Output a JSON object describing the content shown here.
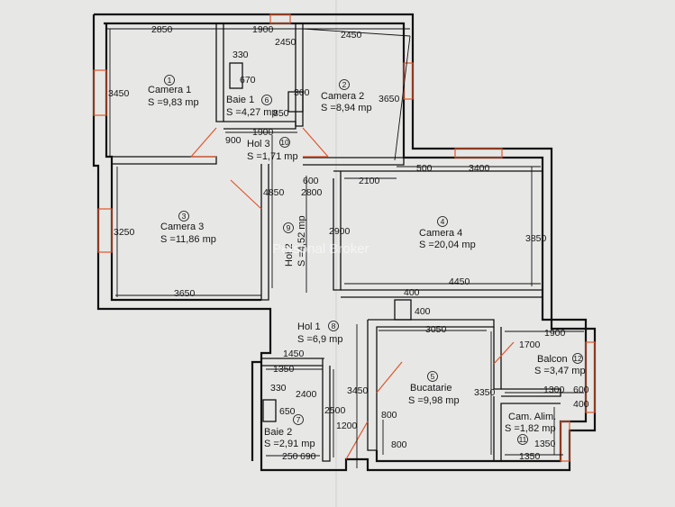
{
  "watermark": "Personal Broker",
  "rooms": [
    {
      "num": "1",
      "name": "Camera 1",
      "area": "S =9,83 mp"
    },
    {
      "num": "2",
      "name": "Camera 2",
      "area": "S =8,94 mp"
    },
    {
      "num": "3",
      "name": "Camera 3",
      "area": "S =11,86 mp"
    },
    {
      "num": "4",
      "name": "Camera 4",
      "area": "S =20,04 mp"
    },
    {
      "num": "5",
      "name": "Bucatarie",
      "area": "S =9,98 mp"
    },
    {
      "num": "6",
      "name": "Baie 1",
      "area": "S =4,27 mp"
    },
    {
      "num": "7",
      "name": "Baie 2",
      "area": "S =2,91 mp"
    },
    {
      "num": "8",
      "name": "Hol 1",
      "area": "S =6,9 mp"
    },
    {
      "num": "9",
      "name": "Hol 2",
      "area": "S =4,52 mp"
    },
    {
      "num": "10",
      "name": "Hol 3",
      "area": "S =1,71 mp"
    },
    {
      "num": "11",
      "name": "Cam. Alim.",
      "area": "S =1,82 mp"
    },
    {
      "num": "12",
      "name": "Balcon",
      "area": "S =3,47 mp"
    }
  ],
  "dimensions": [
    "2850",
    "1900",
    "2450",
    "2450",
    "330",
    "670",
    "300",
    "3450",
    "3650",
    "850",
    "1900",
    "900",
    "600",
    "2800",
    "4850",
    "2100",
    "500",
    "3400",
    "2900",
    "3250",
    "3850",
    "3650",
    "4450",
    "400",
    "400",
    "3050",
    "1900",
    "1700",
    "1450",
    "1350",
    "3450",
    "3350",
    "1300",
    "600",
    "400",
    "330",
    "2400",
    "650",
    "2500",
    "1200",
    "800",
    "800",
    "1350",
    "250",
    "690",
    "1350"
  ]
}
